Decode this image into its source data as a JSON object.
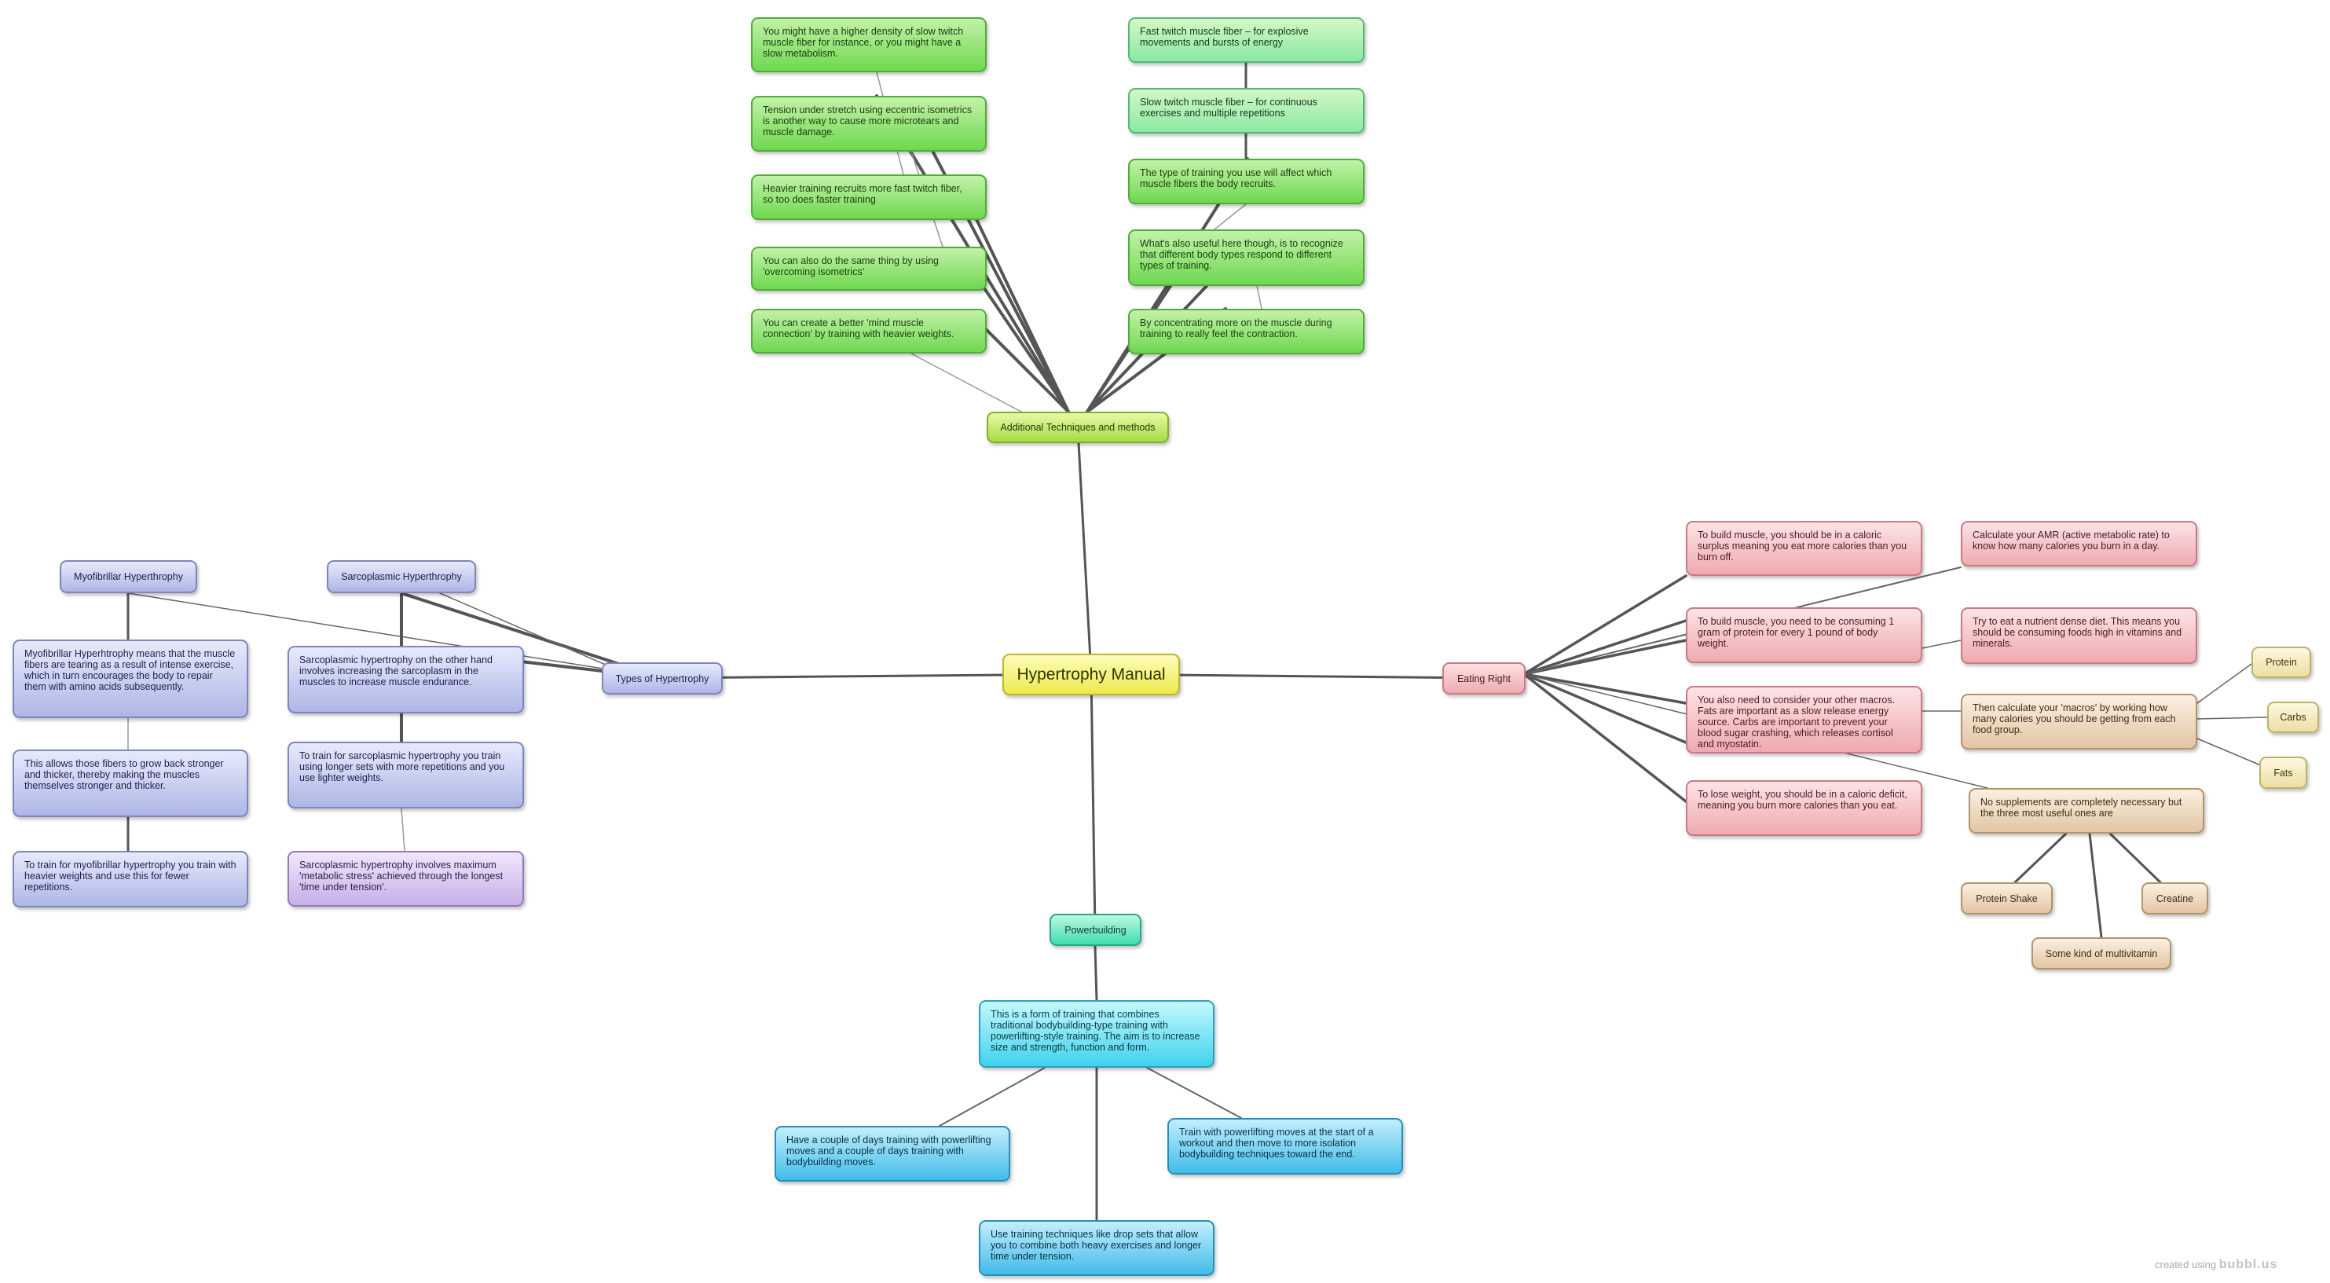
{
  "diagram": {
    "center": "Hypertrophy Manual",
    "branches": {
      "techniques": {
        "label": "Additional Techniques and methods",
        "items": [
          "You might have a higher density of slow twitch muscle fiber for instance, or you might have a slow metabolism.",
          "Tension under stretch using eccentric isometrics is another way to cause more microtears and muscle damage.",
          "Heavier training recruits more fast twitch fiber, so too does faster training",
          "You can also do the same thing by using 'overcoming isometrics'",
          "You can create a better 'mind muscle connection' by training with heavier weights.",
          "Fast twitch muscle fiber – for explosive movements and bursts of energy",
          "Slow twitch muscle fiber – for continuous exercises and multiple repetitions",
          "The type of training you use will affect which muscle fibers the body recruits.",
          "What's also useful here though, is to recognize that different body types respond to different types of training.",
          "By concentrating more on the muscle during training to really feel the contraction."
        ]
      },
      "types": {
        "label": "Types of Hypertrophy",
        "myofibrillar": {
          "label": "Myofibrillar Hyperthrophy",
          "items": [
            "Myofibrillar Hyperhtrophy means that the muscle fibers are tearing as a result of intense exercise, which in turn encourages the body to repair them with amino acids subsequently.",
            " This allows those fibers to grow back stronger and thicker, thereby making the muscles themselves stronger and thicker.",
            "To train for myofibrillar hypertrophy you train with heavier weights and use this for fewer repetitions."
          ]
        },
        "sarcoplasmic": {
          "label": "Sarcoplasmic Hyperthrophy",
          "items": [
            "Sarcoplasmic hypertrophy on the other hand involves increasing the sarcoplasm in the muscles to increase muscle endurance.",
            " To train for sarcoplasmic hypertrophy you train using longer sets with more repetitions and you use lighter weights.",
            "Sarcoplasmic hypertrophy involves maximum 'metabolic stress' achieved through the longest 'time under tension'."
          ]
        }
      },
      "eating": {
        "label": "Eating Right",
        "items": [
          "To build muscle, you should be in a caloric surplus meaning you eat more calories than you burn off.",
          "To build muscle, you need to be consuming 1 gram of protein for every 1 pound of body weight.",
          "You also need to consider your other macros. Fats are important as a slow release energy source. Carbs are important to prevent your blood sugar crashing, which releases cortisol and myostatin.",
          "To lose weight, you should be in a caloric deficit, meaning you burn more calories than you eat."
        ],
        "calc_amr": "Calculate your AMR (active metabolic rate) to know how many calories you burn in a day.",
        "nutrient": "Try to eat a nutrient dense diet. This means you should be consuming foods high in vitamins and minerals.",
        "macros": "Then calculate your 'macros' by working how many calories you should be getting from each food group.",
        "macro_items": [
          "Protein",
          "Carbs",
          "Fats"
        ],
        "supplements": " No supplements are completely necessary but the three most useful ones are",
        "supplement_items": [
          "Protein Shake",
          "Some kind of multivitamin",
          "Creatine"
        ]
      },
      "powerbuilding": {
        "label": "Powerbuilding",
        "definition": "This is a form of training that combines traditional bodybuilding-type training with powerlifting-style training. The aim is to increase size and strength, function and form.",
        "items": [
          " Have a couple of days training with powerlifting moves and a couple of days training with bodybuilding moves.",
          " Train with powerlifting moves at the start of a workout and then move to more isolation bodybuilding techniques toward the end.",
          "Use training techniques like drop sets that allow you to combine both heavy exercises and longer time under tension."
        ]
      }
    }
  },
  "footer": {
    "prefix": "created using",
    "brand": "bubbl.us"
  }
}
